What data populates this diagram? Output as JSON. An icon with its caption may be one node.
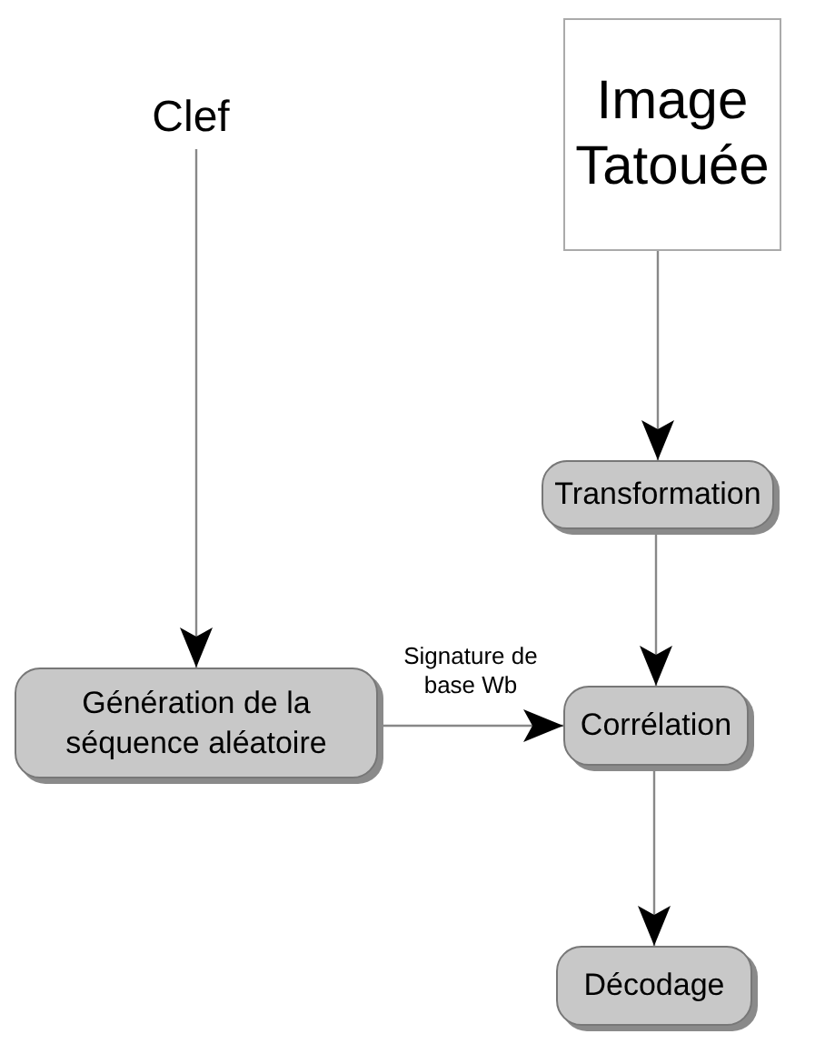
{
  "diagram": {
    "nodes": [
      {
        "text": [
          "Clef"
        ]
      },
      {
        "text": [
          "Image Tatouée"
        ]
      },
      {
        "text": [
          "Transformation"
        ]
      },
      {
        "text": [
          "Génération de la séquence aléatoire"
        ]
      },
      {
        "text": [
          "Corrélation"
        ]
      },
      {
        "text": [
          "Décodage"
        ]
      }
    ],
    "edges": [
      {
        "from": 0,
        "to": 3,
        "arrow": "to"
      },
      {
        "from": 1,
        "to": 2,
        "arrow": "to"
      },
      {
        "from": 2,
        "to": 4,
        "arrow": "to"
      },
      {
        "from": 3,
        "to": 4,
        "arrow": "to",
        "label": "Signature de base Wb"
      },
      {
        "from": 4,
        "to": 5,
        "arrow": "to"
      }
    ]
  }
}
